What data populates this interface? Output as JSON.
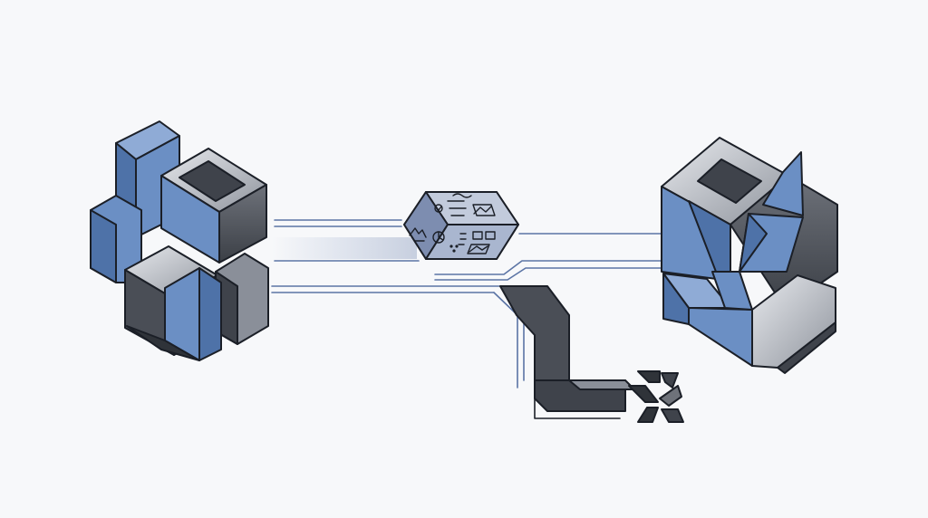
{
  "colors": {
    "background": "#f7f8fa",
    "cube_blue": "#6b8fc4",
    "cube_blue_dark": "#4e72a8",
    "cube_blue_light": "#8fabd6",
    "cube_gray": "#8a8f99",
    "cube_gray_dark": "#3f434b",
    "cube_gray_light": "#c9cdd4",
    "connector_line": "#5b74a5",
    "outline": "#1b1f27",
    "central_cube_face": "#a9b6cf",
    "central_cube_side": "#7d8db0"
  },
  "nodes": [
    {
      "id": "left-cube-cluster",
      "style": "blue-gray faceted blocks"
    },
    {
      "id": "central-data-cube",
      "style": "small cube with chart and list icons"
    },
    {
      "id": "right-cube-cluster",
      "style": "blue-gray faceted polyhedron"
    },
    {
      "id": "broken-x-mark",
      "style": "fragmented dark x"
    }
  ],
  "edges": [
    {
      "from": "left-cube-cluster",
      "to": "central-data-cube",
      "style": "line"
    },
    {
      "from": "left-cube-cluster",
      "to": "central-data-cube",
      "style": "faded-stream"
    },
    {
      "from": "central-data-cube",
      "to": "right-cube-cluster",
      "style": "line"
    },
    {
      "from": "central-data-cube",
      "to": "right-cube-cluster",
      "style": "line"
    },
    {
      "from": "left-cube-cluster",
      "to": "broken-x-mark",
      "style": "bent-pipe"
    }
  ]
}
